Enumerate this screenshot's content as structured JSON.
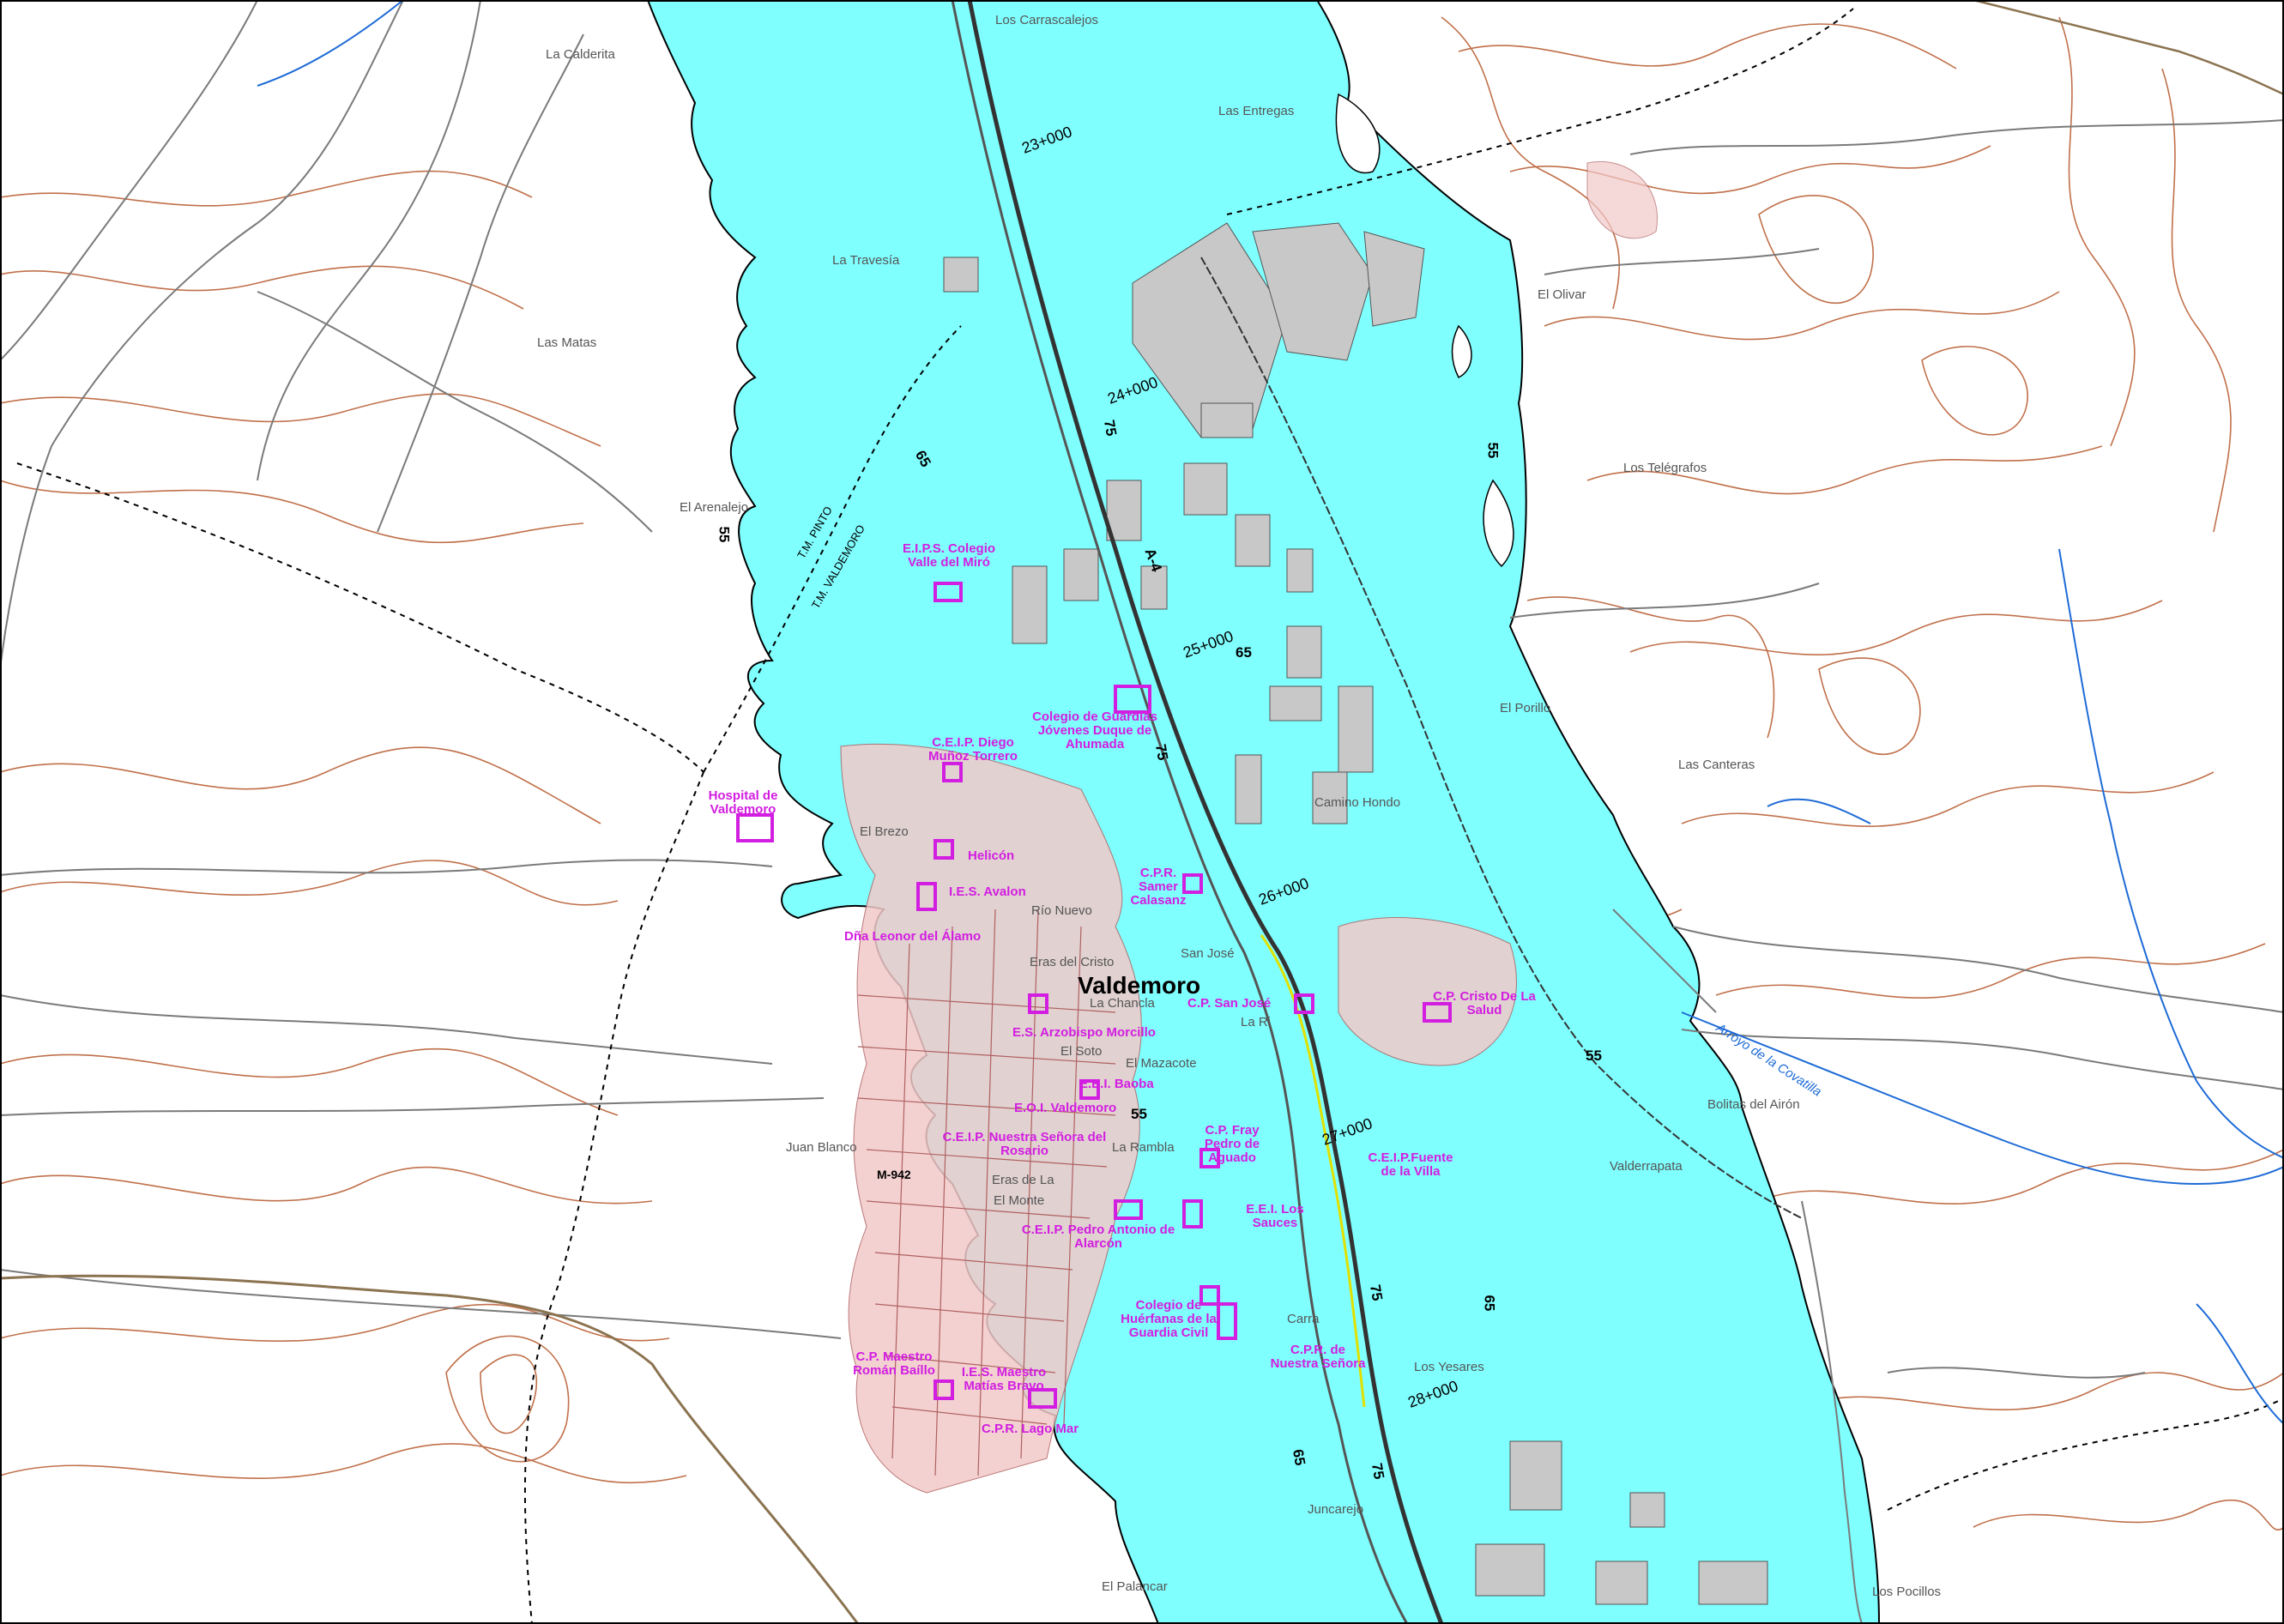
{
  "map": {
    "colors": {
      "flood_zone": "#80ffff",
      "contour": "#c0704a",
      "road": "#7a7a7a",
      "building": "#c8c8c8",
      "urban": "#f2c9c9",
      "school": "#d21ee0",
      "river": "#1e6bd6",
      "highway": "#333333",
      "rail": "#e0e000"
    },
    "town": "Valdemoro",
    "place_names": [
      "La Calderita",
      "Los Carrascalejos",
      "Las Entregas",
      "La Travesía",
      "Las Matas",
      "El Olivar",
      "Los Telégrafos",
      "El Arenalejo",
      "El Porillo",
      "Las Canteras",
      "Camino Hondo",
      "El Brezo",
      "Juan Blanco",
      "Bolitas del Airón",
      "Valderrapata",
      "Los Yesares",
      "Juncarejo",
      "El Palancar",
      "Los Pocillos",
      "La Chancla",
      "El Soto",
      "El Mazacote",
      "La Rambla",
      "Eras de La",
      "El Monte",
      "Río Nuevo",
      "San José",
      "La Ri",
      "Eras del Cristo",
      "Carra"
    ],
    "schools": [
      "E.I.P.S. Colegio Valle del Miró",
      "Colegio de Guardias Jóvenes Duque de Ahumada",
      "C.E.I.P. Diego Muñoz Torrero",
      "Hospital de Valdemoro",
      "Helicón",
      "I.E.S. Avalon",
      "Dña Leonor del Álamo",
      "C.P.R. Samer Calasanz",
      "C.P. San José",
      "C.P. Cristo De La Salud",
      "E.S. Arzobispo Morcillo",
      "E.E.I. Baoba",
      "E.O.I. Valdemoro",
      "C.E.I.P. Nuestra Señora del Rosario",
      "C.P. Fray Pedro de Aguado",
      "C.E.I.P.Fuente de la Villa",
      "E.E.I. Los Sauces",
      "C.E.I.P. Pedro Antonio de Alarcón",
      "Colegio de Huérfanas de la Guardia Civil",
      "C.P. Maestro Román Baíllo",
      "I.E.S. Maestro Matías Bravo",
      "C.P.R. de Nuestra Señora",
      "C.P.R. Lago Mar"
    ],
    "contour_labels": [
      "55",
      "65",
      "75"
    ],
    "road_labels": [
      "A-4",
      "M-942"
    ],
    "kilometer_points": [
      "23+000",
      "24+000",
      "25+000",
      "26+000",
      "27+000",
      "28+000"
    ],
    "admin_boundary": [
      "T.M. PINTO",
      "T.M. VALDEMORO"
    ],
    "river": "Arroyo de la Covatilla"
  }
}
